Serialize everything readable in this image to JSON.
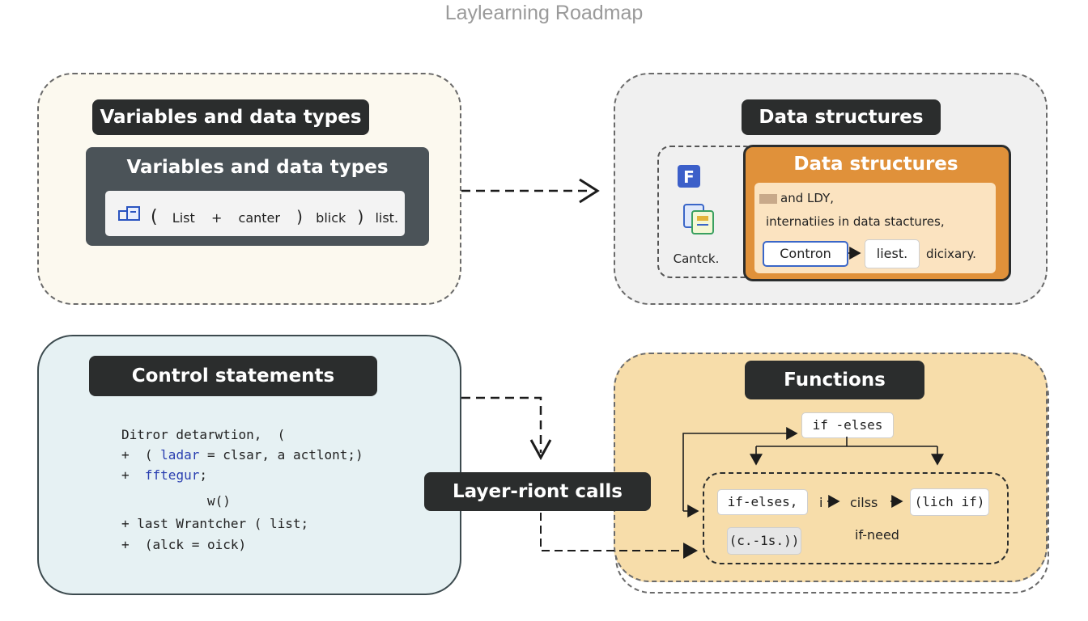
{
  "title": "Laylearning Roadmap",
  "variables_panel": {
    "heading": "Variables and data types",
    "inner_heading": "Variables and data types",
    "chain": [
      "(",
      "List",
      "+",
      "canter",
      ")",
      "blick",
      ")",
      "list."
    ]
  },
  "data_structures_panel": {
    "heading": "Data structures",
    "inner_heading": "Data structures",
    "side_caption": "Cantck.",
    "line1": "and LDY,",
    "line2": "internatiies in data stactures,",
    "boxes": [
      "Contron",
      "liest.",
      "dicixary."
    ]
  },
  "control_panel": {
    "heading": "Control statements",
    "code_lines": [
      {
        "text": "Ditror detarwtion,  (",
        "hl": ""
      },
      {
        "pre": "+  ( ",
        "hl": "ladar",
        "post": " = clsar, a actlont;)"
      },
      {
        "pre": "+  ",
        "hl": "fftegur",
        "post": ";"
      },
      {
        "text": "           w()",
        "hl": ""
      },
      {
        "text": "+ last Wrantcher ( list;",
        "hl": ""
      },
      {
        "text": "+  (alck = oick)",
        "hl": ""
      }
    ]
  },
  "layer_calls": {
    "label": "Layer-riont calls"
  },
  "functions_panel": {
    "heading": "Functions",
    "top_box": "if -elses",
    "row": [
      "if-elses,",
      "i",
      "cilss",
      "(lich if)"
    ],
    "bottom_box": "(c.-1s.))",
    "bottom_text": "if-need"
  },
  "colors": {
    "variables_bg": "#fcf9ef",
    "data_structures_bg": "#f0f0f0",
    "control_bg": "#e6f1f3",
    "functions_bg": "#f7ddaa",
    "orange": "#e0913a",
    "dark_pill": "#2b2d2d",
    "inner_slate": "#4b5358"
  },
  "icons": [
    "window-split-icon",
    "f-app-icon",
    "document-stack-icon"
  ]
}
